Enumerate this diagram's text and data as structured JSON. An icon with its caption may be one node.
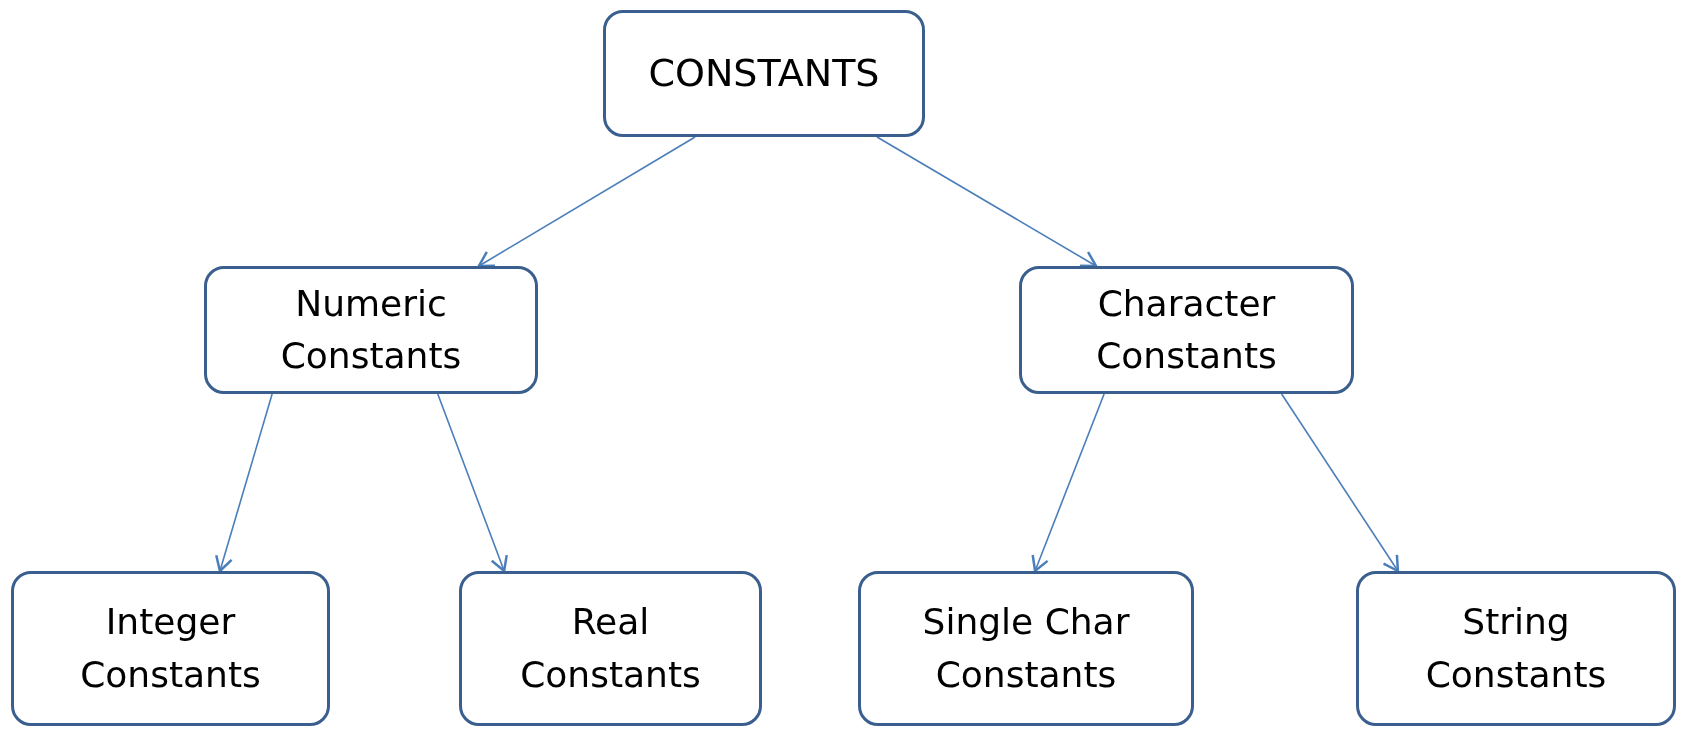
{
  "diagram": {
    "nodes": [
      {
        "text": [
          "CONSTANTS"
        ]
      },
      {
        "text": [
          "Numeric Constants"
        ]
      },
      {
        "text": [
          "Character Constants"
        ]
      },
      {
        "text": [
          "Integer Constants"
        ]
      },
      {
        "text": [
          "Real Constants"
        ]
      },
      {
        "text": [
          "Single Char Constants"
        ]
      },
      {
        "text": [
          "String Constants"
        ]
      }
    ],
    "edges": [
      {
        "from": 0,
        "to": 1,
        "arrow": "to"
      },
      {
        "from": 0,
        "to": 2,
        "arrow": "to"
      },
      {
        "from": 1,
        "to": 3,
        "arrow": "to"
      },
      {
        "from": 1,
        "to": 4,
        "arrow": "to"
      },
      {
        "from": 2,
        "to": 5,
        "arrow": "to"
      },
      {
        "from": 2,
        "to": 6,
        "arrow": "to"
      }
    ]
  }
}
